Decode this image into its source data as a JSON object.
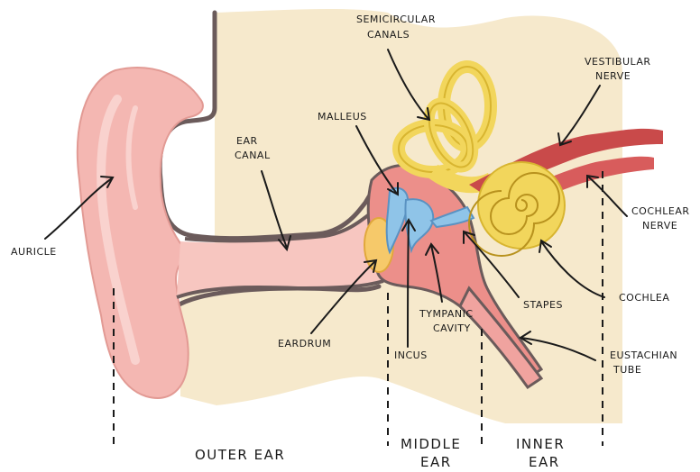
{
  "labels": {
    "semicircular_canals": [
      "SEMICIRCULAR",
      "CANALS"
    ],
    "vestibular_nerve": [
      "VESTIBULAR",
      "NERVE"
    ],
    "malleus": "MALLEUS",
    "ear_canal": [
      "EAR",
      "CANAL"
    ],
    "auricle": "AURICLE",
    "cochlear_nerve": [
      "COCHLEAR",
      "NERVE"
    ],
    "cochlea": "COCHLEA",
    "stapes": "STAPES",
    "tympanic_cavity": [
      "TYMPANIC",
      "CAVITY"
    ],
    "eardrum": "EARDRUM",
    "incus": "INCUS",
    "eustachian_tube": [
      "EUSTACHIAN",
      "TUBE"
    ]
  },
  "sections": {
    "outer_ear": "OUTER  EAR",
    "middle_ear": [
      "MIDDLE",
      "EAR"
    ],
    "inner_ear": [
      "INNER",
      "EAR"
    ]
  },
  "colors": {
    "skin": "#f6e9cc",
    "outline": "#6b5b5b",
    "auricle": "#f4b7b2",
    "canal": "#f7c6c0",
    "eardrum": "#f6c96a",
    "ossicles": "#8fc4e8",
    "cavity": "#ec8f8a",
    "cochlea": "#f2d65c",
    "nerve": "#c94a4a"
  }
}
